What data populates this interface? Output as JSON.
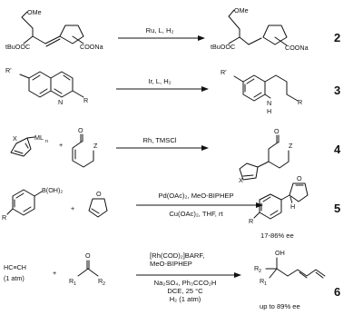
{
  "reactions": [
    {
      "number": "2",
      "conditions_above": "Ru, L, H₂",
      "conditions_below": [],
      "substrate_labels": {
        "ome": "OMe",
        "ester": "tBuOOC",
        "salt": "COONa"
      },
      "product_labels": {
        "ome": "OMe",
        "ester": "tBuOOC",
        "salt": "COONa"
      }
    },
    {
      "number": "3",
      "conditions_above": "Ir, L, H₂",
      "conditions_below": [],
      "substrate_labels": {
        "r_prime": "R'",
        "n": "N",
        "r": "R"
      },
      "product_labels": {
        "r_prime": "R'",
        "nh": "N",
        "h": "H",
        "r": "R"
      }
    },
    {
      "number": "4",
      "conditions_above": "Rh, TMSCl",
      "conditions_below": [],
      "substrate_labels": {
        "x": "X",
        "metal": "ML",
        "metal_sub": "n",
        "plus": "+",
        "o": "O",
        "z": "Z"
      },
      "product_labels": {
        "o": "O",
        "z": "Z",
        "x": "X"
      }
    },
    {
      "number": "5",
      "conditions_above": "Pd(OAc)₂, MeO-BIPHEP",
      "conditions_below": [
        "Cu(OAc)₂, THF, rt"
      ],
      "ee": "17-86% ee",
      "substrate_labels": {
        "boron": "B(OH)₂",
        "r": "R",
        "plus": "+",
        "o": "O"
      },
      "product_labels": {
        "o": "O",
        "h": "H",
        "r": "R"
      }
    },
    {
      "number": "6",
      "conditions_above": "[Rh(COD)₂]BARF,\nMeO-BIPHEP",
      "conditions_below": [
        "Na₂SO₄, Ph₃CCO₂H",
        "DCE, 25 °C",
        "H₂ (1 atm)"
      ],
      "ee": "up to 89% ee",
      "substrate_labels": {
        "acetylene": "HC≡CH",
        "pressure": "(1 atm)",
        "plus": "+",
        "o": "O",
        "r1": "R",
        "r1_sub": "1",
        "r2": "R",
        "r2_sub": "2"
      },
      "product_labels": {
        "oh": "OH",
        "r2": "R",
        "r2_sub": "2",
        "r1": "R",
        "r1_sub": "1"
      }
    }
  ]
}
